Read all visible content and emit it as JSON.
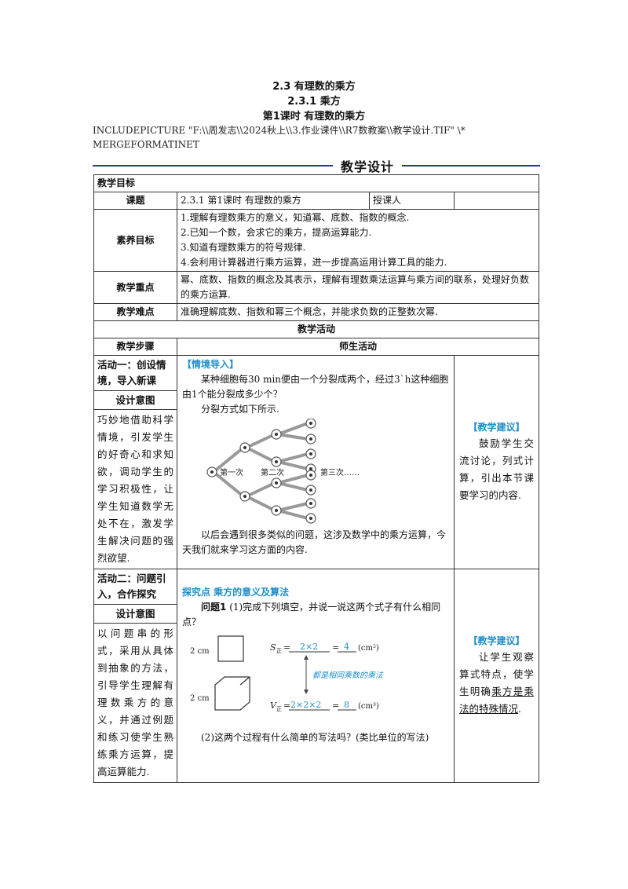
{
  "header": {
    "section": "2.3 有理数的乘方",
    "subsection": "2.3.1 乘方",
    "lesson": "第1课时 有理数的乘方"
  },
  "include_field": "INCLUDEPICTURE \"F:\\\\周发志\\\\2024秋上\\\\3.作业课件\\\\R7数教案\\\\教学设计.TIF\" \\* MERGEFORMATINET",
  "banner_title": "教学设计",
  "goals": {
    "section_label": "教学目标",
    "topic_label": "课题",
    "topic_value": "2.3.1 第1课时 有理数的乘方",
    "teacher_label": "授课人",
    "literacy_label": "素养目标",
    "literacy_items": [
      "1.理解有理数乘方的意义，知道幂、底数、指数的概念.",
      "2.已知一个数，会求它的乘方，提高运算能力.",
      "3.知道有理数乘方的符号规律.",
      "4.会利用计算器进行乘方运算，进一步提高运用计算工具的能力."
    ],
    "key_label": "教学重点",
    "key_value": "幂、底数、指数的概念及其表示，理解有理数乘法运算与乘方间的联系，处理好负数的乘方运算.",
    "difficulty_label": "教学难点",
    "difficulty_value": "准确理解底数、指数和幂三个概念，并能求负数的正整数次幂."
  },
  "activities_header": "教学活动",
  "steps_label": "教学步骤",
  "teacher_activity_label": "师生活动",
  "activity1": {
    "title": "活动一：创设情境，导入新课",
    "design_label": "设计意图",
    "design_text": "巧妙地借助科学情境，引发学生的好奇心和求知欲，调动学生的学习积极性，让学生知道数学无处不在，激发学生解决问题的强烈欲望.",
    "tag": "【情境导入】",
    "para1": "某种细胞每30 min便由一个分裂成两个，经过3`h这种细胞由1个能分裂成多少个？",
    "para2": "分裂方式如下所示.",
    "tree_labels": [
      "第一次",
      "第二次",
      "第三次……"
    ],
    "para3": "以后会遇到很多类似的问题，这涉及数学中的乘方运算，今天我们就来学习这方面的内容.",
    "suggestion_title": "【教学建议】",
    "suggestion_text": "鼓励学生交流讨论，列式计算，引出本节课要学习的内容."
  },
  "activity2": {
    "title": "活动二：问题引入，合作探究",
    "design_label": "设计意图",
    "design_text": "以问题串的形式，采用从具体到抽象的方法，引导学生理解有理数乘方的意义，并通过例题和练习使学生熟练乘方运算，提高运算能力.",
    "point_title": "探究点 乘方的意义及算法",
    "q1_label": "问题1",
    "q1_text": "(1)完成下列填空，并说一说这两个式子有什么相同点？",
    "square_side": "2 cm",
    "cube_side": "2 cm",
    "area_symbol": "S",
    "area_sub": "正",
    "area_expr": "2×2",
    "area_result": "4",
    "area_unit": "(cm²)",
    "volume_symbol": "V",
    "volume_sub": "正",
    "volume_expr": "2×2×2",
    "volume_result": "8",
    "volume_unit": "(cm³)",
    "note": "都是相同乘数的乘法",
    "q2_text": "(2)这两个过程有什么简单的写法吗？(类比单位的写法)",
    "suggestion_title": "【教学建议】",
    "suggestion_text_a": "让学生观察算式特点，使学生明确",
    "suggestion_text_b": "乘方是乘法的特殊情况",
    "suggestion_text_c": "."
  }
}
